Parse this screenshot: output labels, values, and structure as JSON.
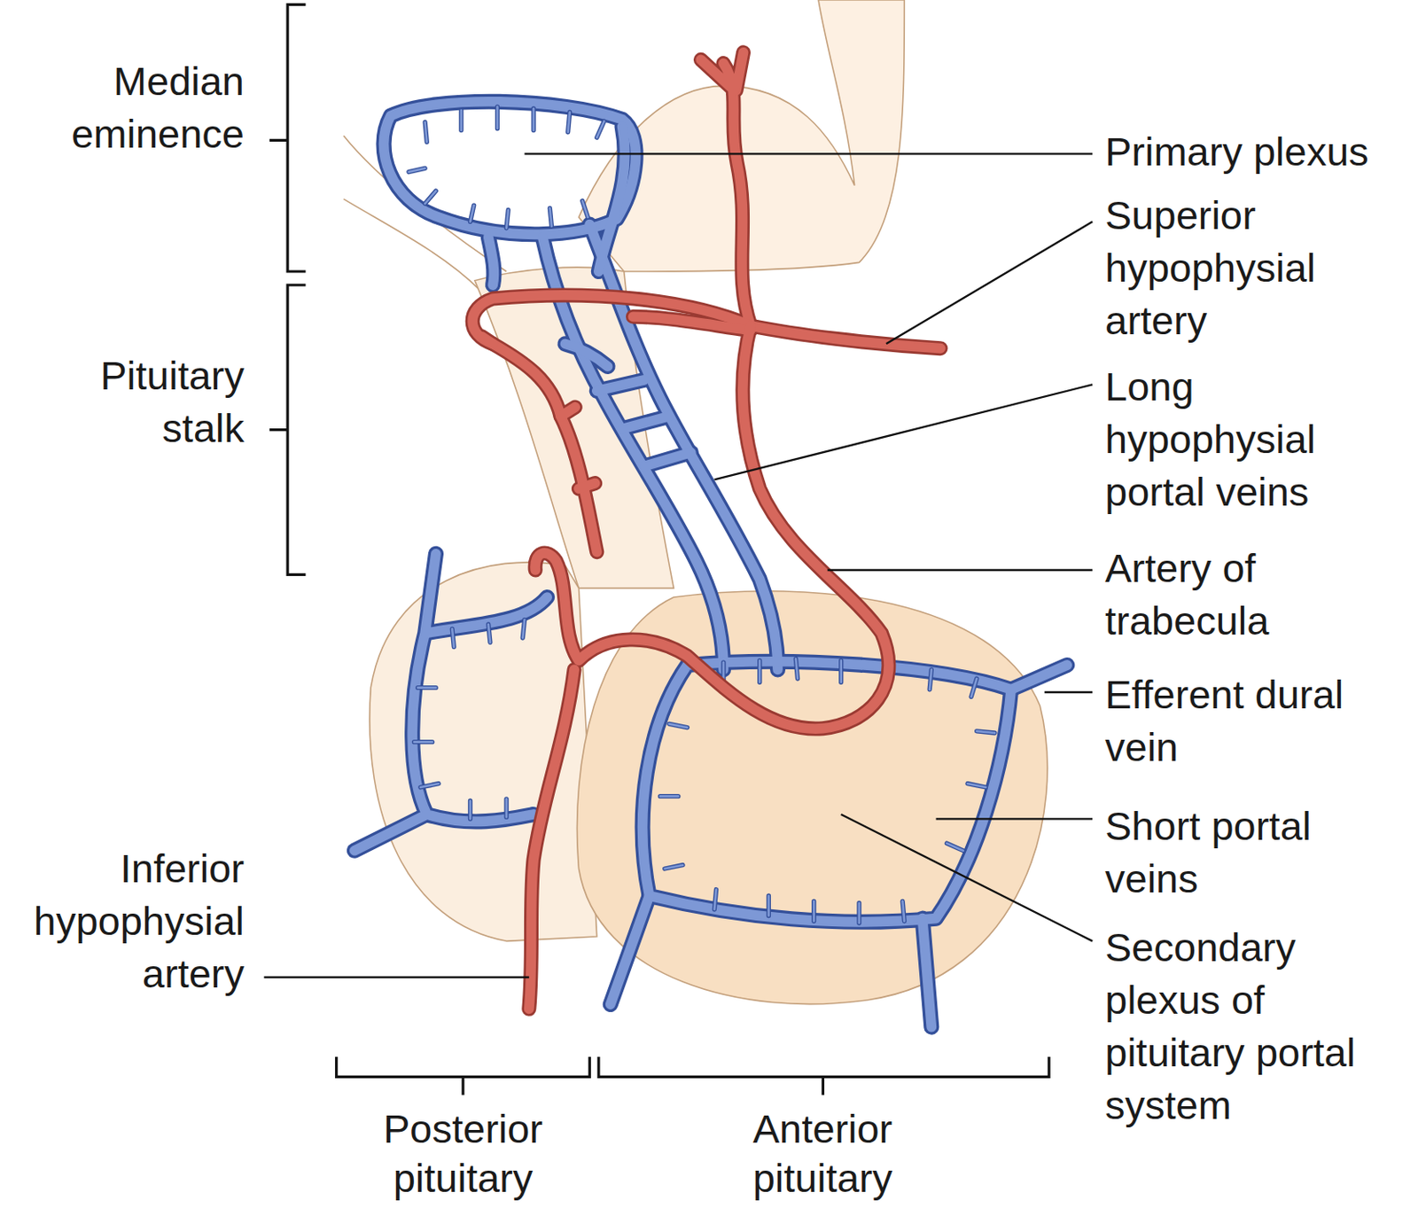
{
  "diagram": {
    "labels": [
      "Median eminence",
      "Pituitary stalk",
      "Inferior hypophysial artery",
      "Primary plexus",
      "Superior hypophysial artery",
      "Long hypophysial portal veins",
      "Artery of trabecula",
      "Efferent dural vein",
      "Short portal veins",
      "Secondary plexus of pituitary portal system",
      "Posterior pituitary",
      "Anterior pituitary"
    ]
  }
}
